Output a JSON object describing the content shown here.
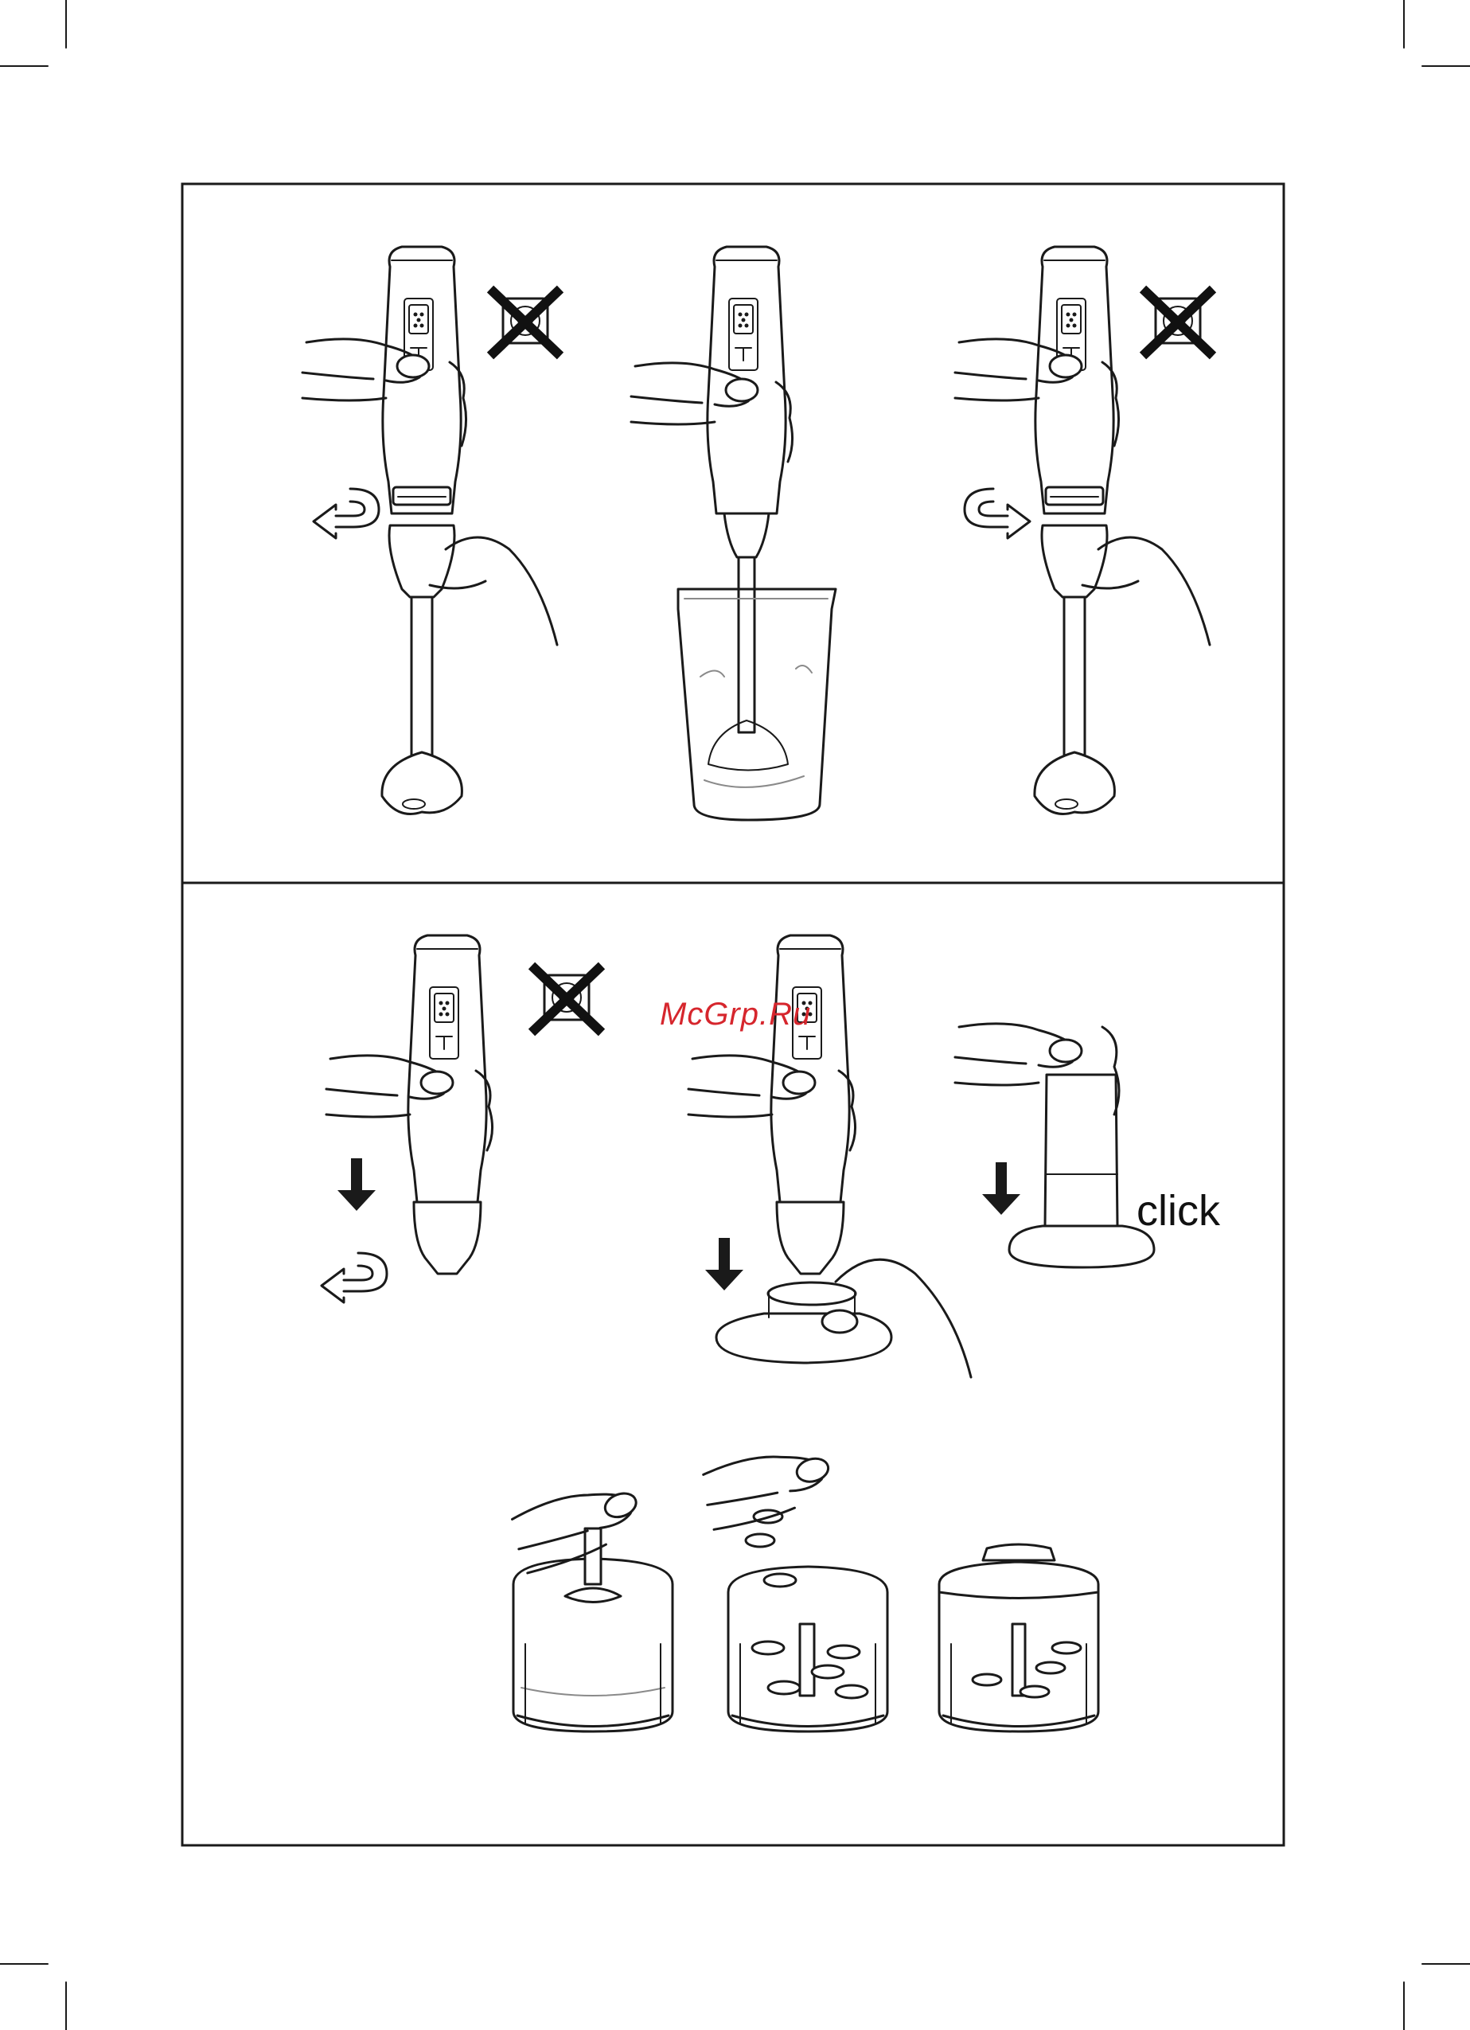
{
  "page": {
    "watermark": "McGrp.Ru",
    "click_label": "click"
  },
  "panels": {
    "top": {
      "steps": [
        {
          "id": "detach-blender-foot",
          "icons": [
            "unplug-warning-icon",
            "rotate-ccw-arrow-icon",
            "hand-icon"
          ]
        },
        {
          "id": "blend-in-beaker",
          "icons": [
            "hand-icon",
            "beaker-icon"
          ]
        },
        {
          "id": "attach-blender-foot",
          "icons": [
            "unplug-warning-icon",
            "rotate-cw-arrow-icon",
            "hand-icon"
          ]
        }
      ]
    },
    "bottom": {
      "steps": [
        {
          "id": "remove-motor-unit",
          "icons": [
            "unplug-warning-icon",
            "down-arrow-icon",
            "rotate-ccw-arrow-icon"
          ]
        },
        {
          "id": "attach-chopper-lid",
          "icons": [
            "down-arrow-icon",
            "hand-icon"
          ]
        },
        {
          "id": "lid-click",
          "icons": [
            "down-arrow-icon"
          ]
        },
        {
          "id": "insert-blade",
          "icons": [
            "hand-icon",
            "chopper-bowl-icon"
          ]
        },
        {
          "id": "add-food",
          "icons": [
            "hand-icon",
            "chopper-bowl-icon"
          ]
        },
        {
          "id": "chopper-assembled",
          "icons": [
            "chopper-bowl-icon"
          ]
        }
      ]
    }
  }
}
